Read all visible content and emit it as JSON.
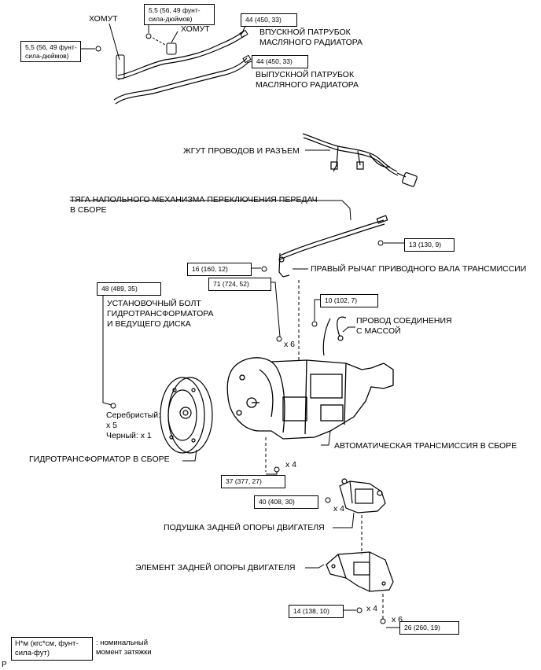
{
  "labels": {
    "clamp_left": "ХОМУТ",
    "clamp_right": "ХОМУТ",
    "inlet_hose": [
      "ВПУСКНОЙ ПАТРУБОК",
      "МАСЛЯНОГО РАДИАТОРА"
    ],
    "outlet_hose": [
      "ВЫПУСКНОЙ ПАТРУБОК",
      "МАСЛЯНОГО РАДИАТОРА"
    ],
    "wire_harness": "ЖГУТ ПРОВОДОВ И РАЗЪЕМ",
    "shift_rod": [
      "ТЯГА НАПОЛЬНОГО МЕХАНИЗМА ПЕРЕКЛЮЧЕНИЯ ПЕРЕДАЧ",
      "В СБОРЕ"
    ],
    "drive_shaft_lever": "ПРАВЫЙ РЫЧАГ ПРИВОДНОГО ВАЛА ТРАНСМИССИИ",
    "setting_bolt": [
      "УСТАНОВОЧНЫЙ БОЛТ",
      "ГИДРОТРАНСФОРМАТОРА",
      "И ВЕДУЩЕГО ДИСКА"
    ],
    "ground_wire": [
      "ПРОВОД СОЕДИНЕНИЯ",
      "С МАССОЙ"
    ],
    "bolt_colors": [
      "Серебристый:",
      "x 5",
      "Черный: x 1"
    ],
    "torque_converter": "ГИДРОТРАНСФОРМАТОР В СБОРЕ",
    "transmission": "АВТОМАТИЧЕСКАЯ ТРАНСМИССИЯ В СБОРЕ",
    "engine_mount_insulator": "ПОДУШКА ЗАДНЕЙ ОПОРЫ ДВИГАТЕЛЯ",
    "engine_mount_member": "ЭЛЕМЕНТ ЗАДНЕЙ ОПОРЫ ДВИГАТЕЛЯ",
    "qty_x6_a": "x 6",
    "qty_x4_a": "x 4",
    "qty_x4_b": "x 4",
    "qty_x4_c": "x 4",
    "qty_x6_b": "x 6",
    "corner_mark": "P"
  },
  "torques": {
    "t1": [
      "5,5 (56, 49 фунт-",
      "сила-дюймов)"
    ],
    "t2": [
      "5,5 (56, 49 фунт-",
      "сила-дюймов)"
    ],
    "t3": "44 (450, 33)",
    "t4": "44 (450, 33)",
    "t5": "13 (130, 9)",
    "t6": "16 (160, 12)",
    "t7": "71 (724, 52)",
    "t8": "48 (489, 35)",
    "t9": "10 (102, 7)",
    "t10": "37 (377, 27)",
    "t11": "40 (408, 30)",
    "t12": "14 (138, 10)",
    "t13": "26 (260, 19)"
  },
  "legend": {
    "unit": [
      "Н*м (кгс*см, фунт-",
      "сила-фут)"
    ],
    "meaning": [
      ": номинальный",
      "момент затяжки"
    ]
  }
}
